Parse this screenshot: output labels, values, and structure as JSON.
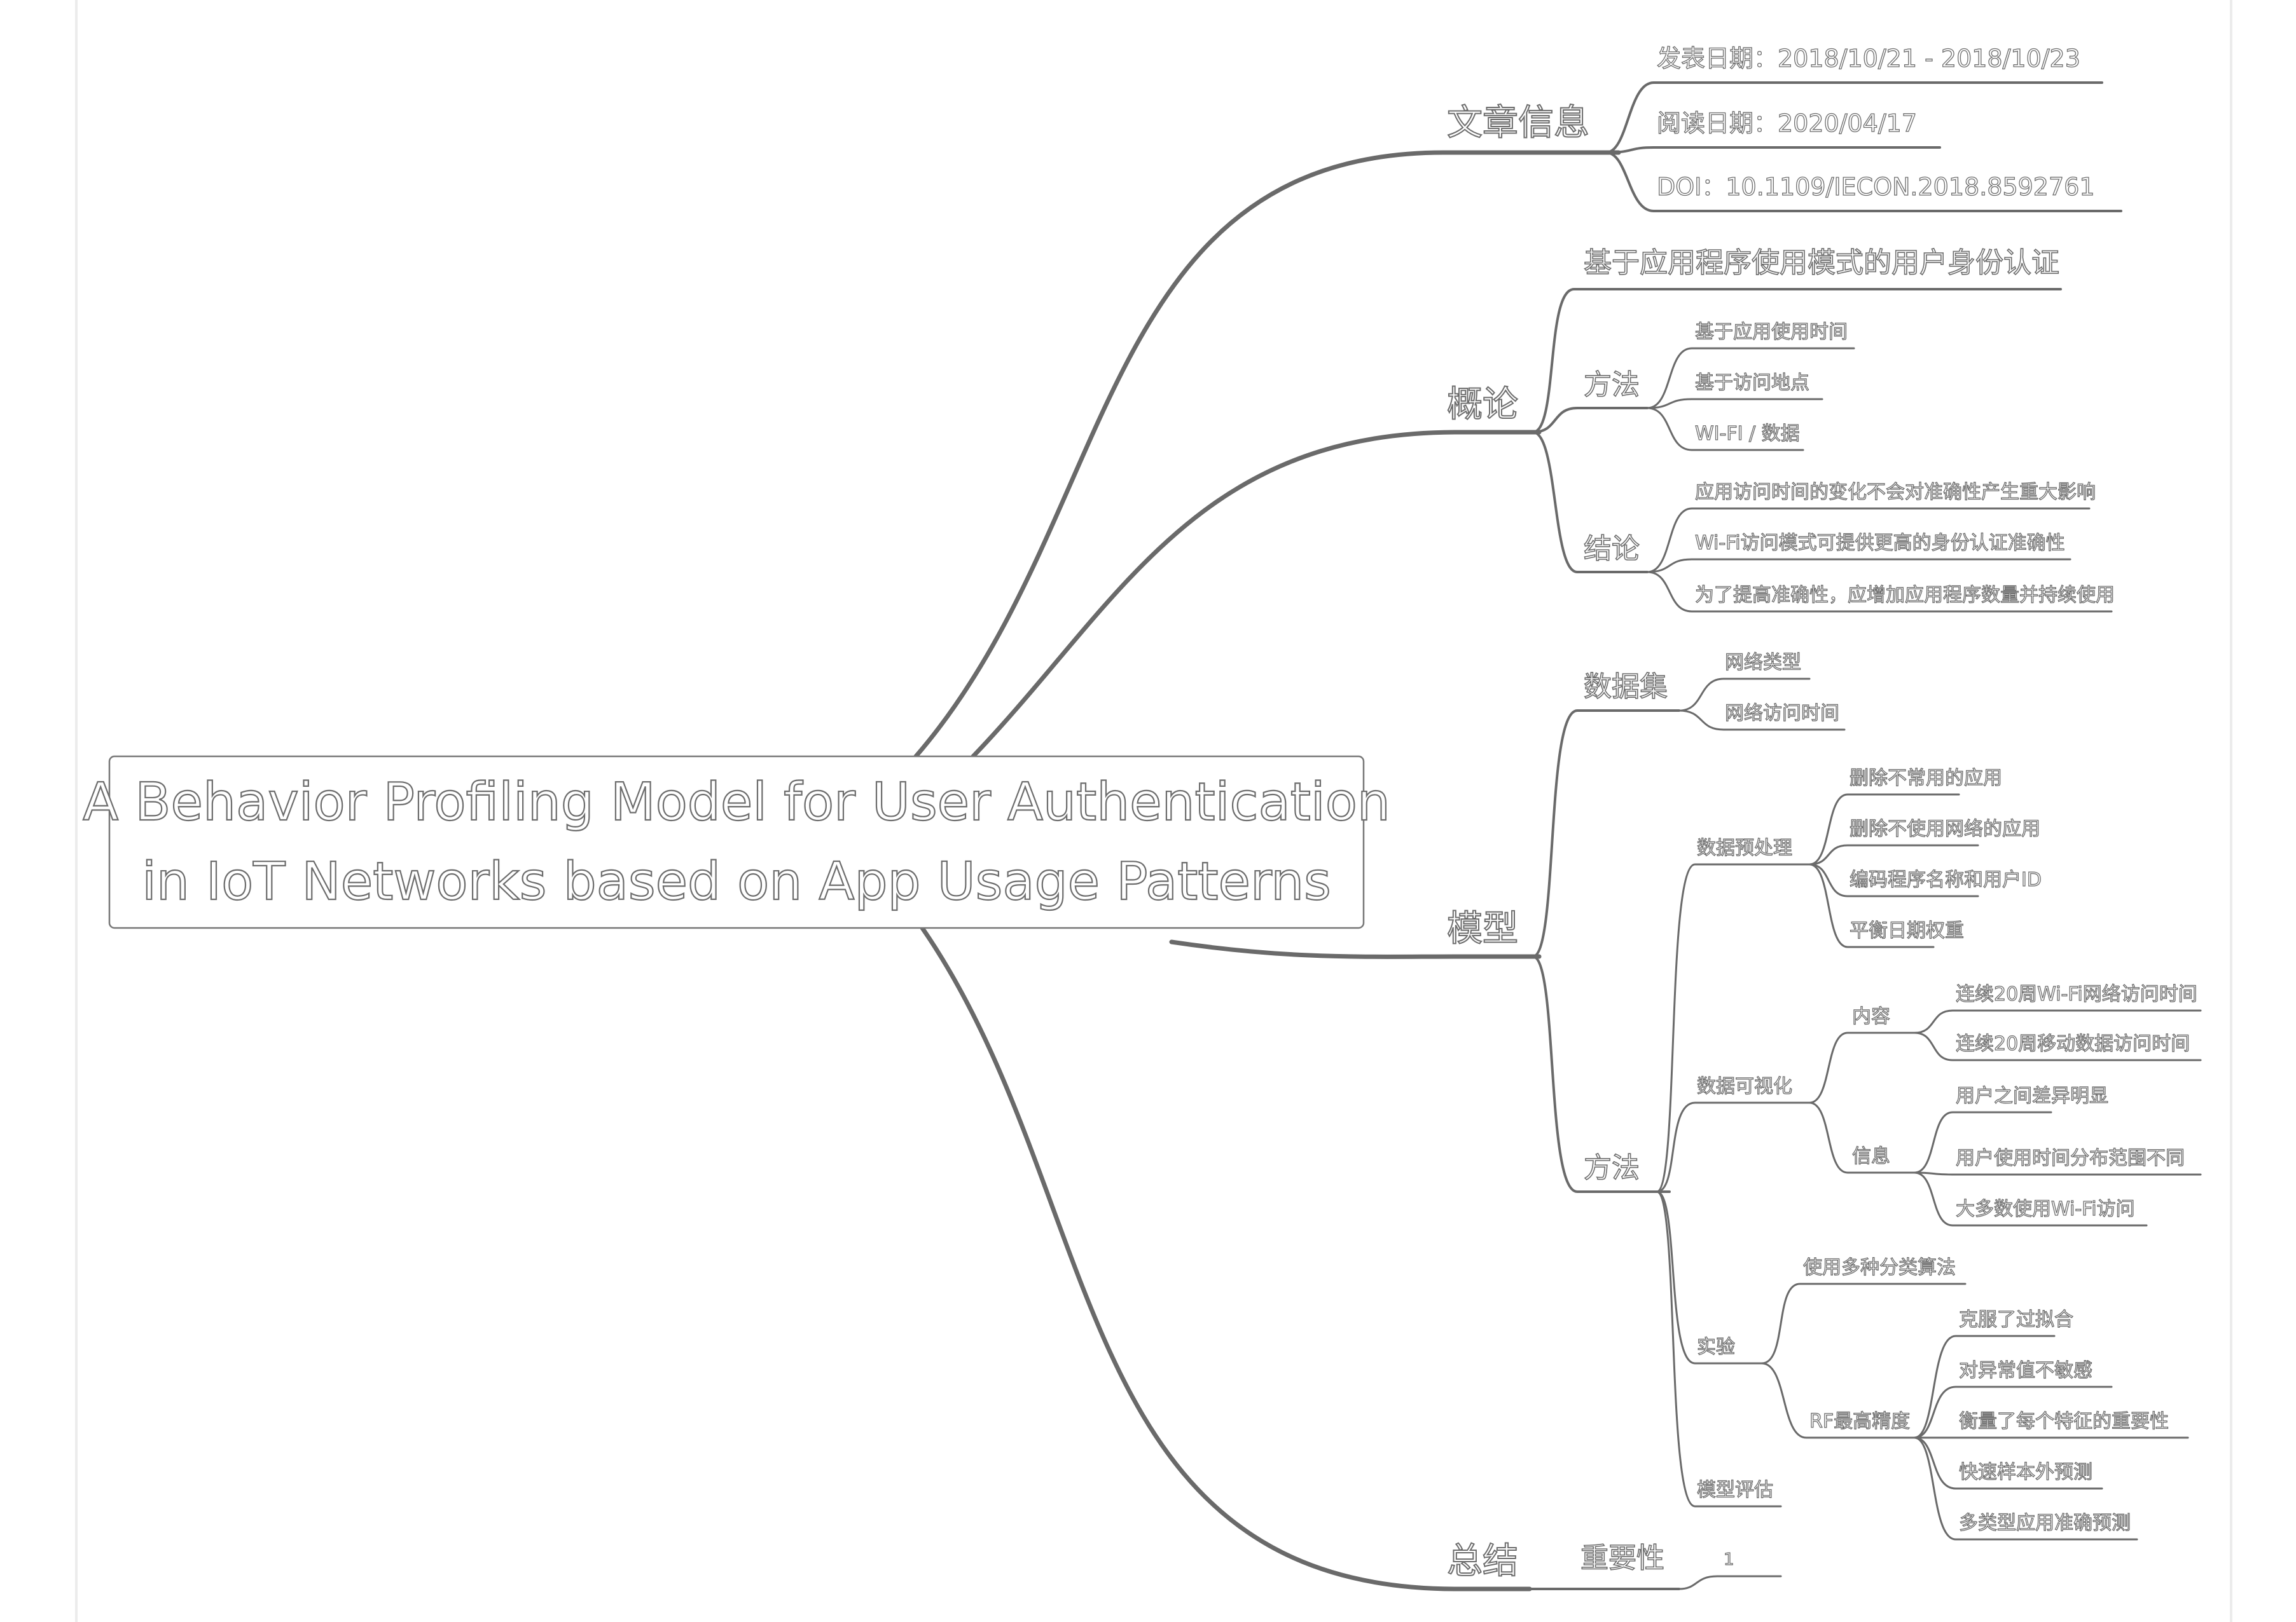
{
  "root": {
    "title_line1": "A Behavior Profiling Model for User Authentication",
    "title_line2": "in IoT Networks based on App Usage Patterns"
  },
  "branches": {
    "info": {
      "label": "文章信息",
      "items": [
        "发表日期：2018/10/21 - 2018/10/23",
        "阅读日期：2020/04/17",
        "DOI：10.1109/IECON.2018.8592761"
      ]
    },
    "overview": {
      "label": "概论",
      "summary": "基于应用程序使用模式的用户身份认证",
      "method": {
        "label": "方法",
        "items": [
          "基于应用使用时间",
          "基于访问地点",
          "WI-FI / 数据"
        ]
      },
      "conclusion": {
        "label": "结论",
        "items": [
          "应用访问时间的变化不会对准确性产生重大影响",
          "Wi-Fi访问模式可提供更高的身份认证准确性",
          "为了提高准确性，应增加应用程序数量并持续使用"
        ]
      }
    },
    "model": {
      "label": "模型",
      "dataset": {
        "label": "数据集",
        "items": [
          "网络类型",
          "网络访问时间"
        ]
      },
      "method": {
        "label": "方法",
        "preprocess": {
          "label": "数据预处理",
          "items": [
            "删除不常用的应用",
            "删除不使用网络的应用",
            "编码程序名称和用户ID",
            "平衡日期权重"
          ]
        },
        "visualization": {
          "label": "数据可视化",
          "content": {
            "label": "内容",
            "items": [
              "连续20周Wi-Fi网络访问时间",
              "连续20周移动数据访问时间"
            ]
          },
          "info": {
            "label": "信息",
            "items": [
              "用户之间差异明显",
              "用户使用时间分布范围不同",
              "大多数使用Wi-Fi访问"
            ]
          }
        },
        "experiment": {
          "label": "实验",
          "algo": "使用多种分类算法",
          "rf": {
            "label": "RF最高精度",
            "items": [
              "克服了过拟合",
              "对异常值不敏感",
              "衡量了每个特征的重要性",
              "快速样本外预测",
              "多类型应用准确预测"
            ]
          }
        },
        "evaluation": {
          "label": "模型评估"
        }
      }
    },
    "summary": {
      "label": "总结",
      "importance": {
        "label": "重要性",
        "items": [
          "1"
        ]
      }
    }
  }
}
